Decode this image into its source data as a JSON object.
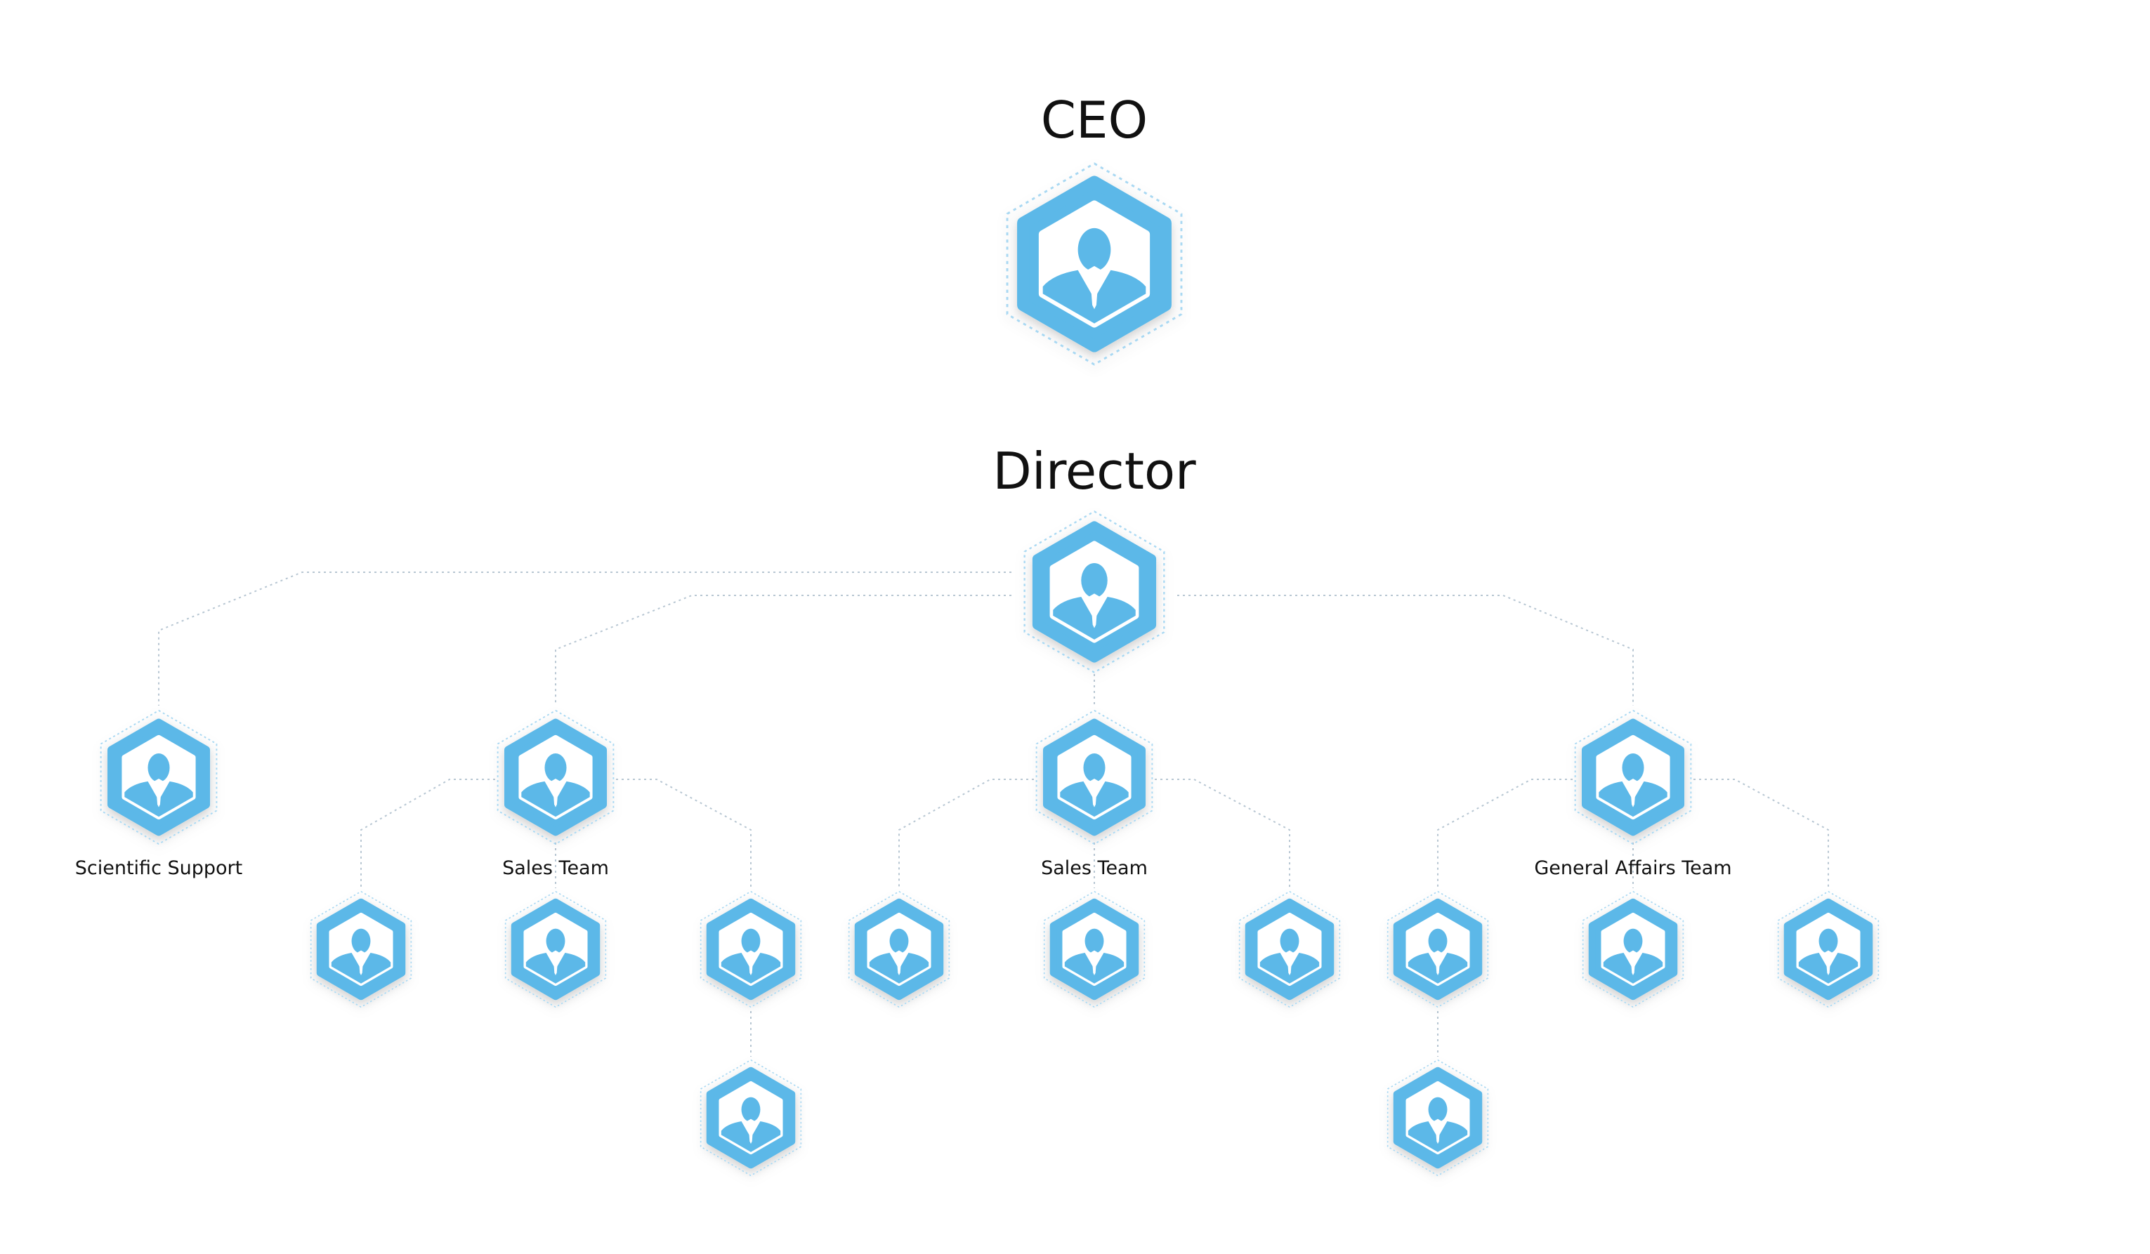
{
  "colors": {
    "accent": "#5bb8e8",
    "shadow": "#123042",
    "tile": "#ffffff",
    "connector": "#b7c6d2",
    "label": "#111111"
  },
  "icon": "person-with-tie-icon",
  "labels": {
    "ceo": "CEO",
    "director": "Director",
    "scientific_support": "Scientific Support",
    "sales_team_1": "Sales Team",
    "sales_team_2": "Sales Team",
    "general_affairs_team": "General Affairs Team"
  },
  "nodes": [
    {
      "id": "ceo",
      "label_key": "ceo"
    },
    {
      "id": "director",
      "label_key": "director"
    },
    {
      "id": "scientific-support",
      "label_key": "scientific_support"
    },
    {
      "id": "sales-team-1",
      "label_key": "sales_team_1"
    },
    {
      "id": "sales-team-2",
      "label_key": "sales_team_2"
    },
    {
      "id": "general-affairs-team",
      "label_key": "general_affairs_team"
    },
    {
      "id": "member-1",
      "label_key": ""
    },
    {
      "id": "member-2",
      "label_key": ""
    },
    {
      "id": "member-3",
      "label_key": ""
    },
    {
      "id": "member-4",
      "label_key": ""
    },
    {
      "id": "member-5",
      "label_key": ""
    },
    {
      "id": "member-6",
      "label_key": ""
    },
    {
      "id": "member-7",
      "label_key": ""
    },
    {
      "id": "member-8",
      "label_key": ""
    },
    {
      "id": "member-9",
      "label_key": ""
    },
    {
      "id": "member-10",
      "label_key": ""
    },
    {
      "id": "member-11",
      "label_key": ""
    }
  ],
  "edges": [
    [
      "director",
      "scientific-support"
    ],
    [
      "director",
      "sales-team-1"
    ],
    [
      "director",
      "sales-team-2"
    ],
    [
      "director",
      "general-affairs-team"
    ],
    [
      "sales-team-1",
      "member-1"
    ],
    [
      "sales-team-1",
      "member-2"
    ],
    [
      "sales-team-1",
      "member-3"
    ],
    [
      "member-3",
      "member-10"
    ],
    [
      "sales-team-2",
      "member-4"
    ],
    [
      "sales-team-2",
      "member-5"
    ],
    [
      "sales-team-2",
      "member-6"
    ],
    [
      "general-affairs-team",
      "member-7"
    ],
    [
      "general-affairs-team",
      "member-8"
    ],
    [
      "general-affairs-team",
      "member-9"
    ],
    [
      "member-7",
      "member-11"
    ]
  ]
}
